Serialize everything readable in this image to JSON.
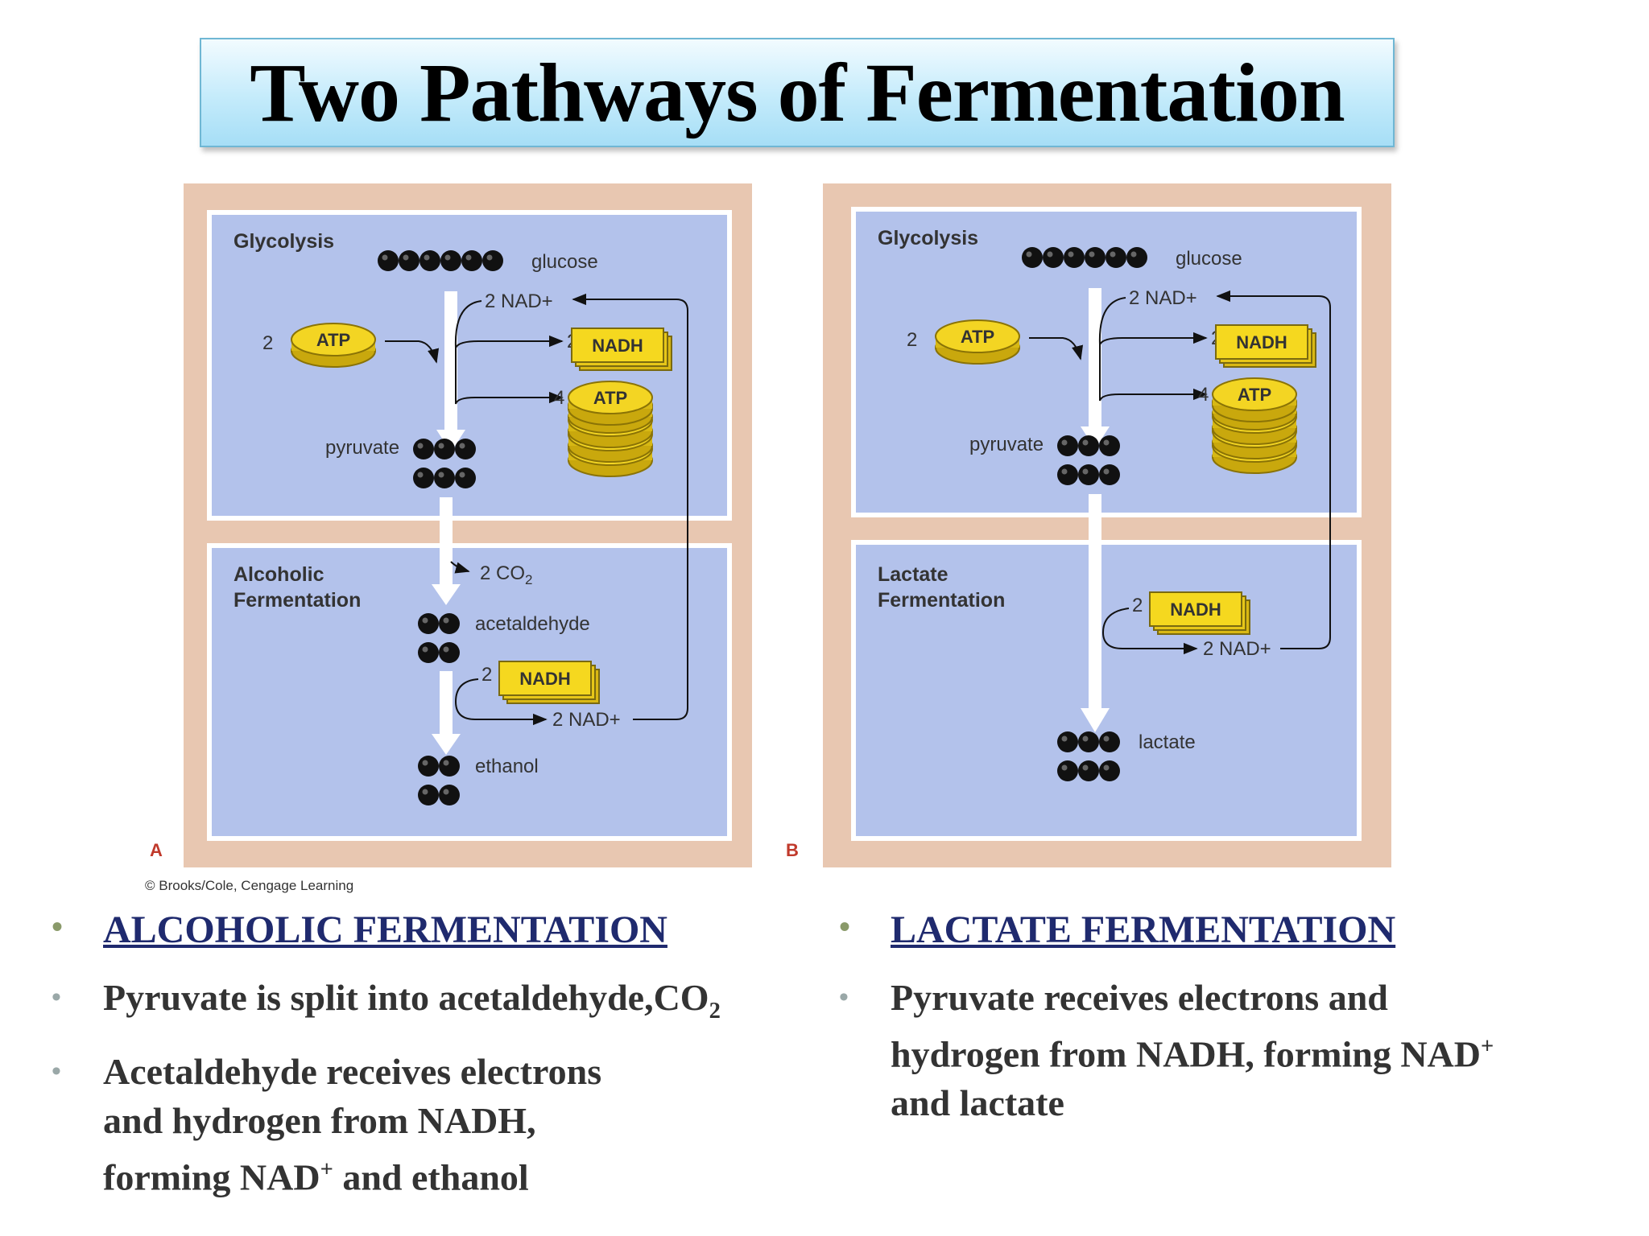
{
  "title": "Two Pathways of Fermentation",
  "colors": {
    "frame": "#e8c7b1",
    "panel": "#b3c2eb",
    "atp": "#f2d31c",
    "molecule": "#111111",
    "arrow": "#ffffff",
    "heading": "#1f2a6e"
  },
  "diagram": {
    "credit": "© Brooks/Cole, Cengage Learning",
    "panel_a": {
      "letter": "A",
      "top_label": "Glycolysis",
      "glucose": "glucose",
      "nad_in_count": "2",
      "nad_plus": "NAD+",
      "atp_in_count": "2",
      "atp": "ATP",
      "nadh_count": "2",
      "nadh": "NADH",
      "atp_out_count": "4",
      "pyruvate": "pyruvate",
      "bottom_label_line1": "Alcoholic",
      "bottom_label_line2": "Fermentation",
      "co2_count": "2",
      "co2": "CO",
      "co2_sub": "2",
      "acetaldehyde": "acetaldehyde",
      "nadh2_count": "2",
      "nad_out_count": "2",
      "ethanol": "ethanol"
    },
    "panel_b": {
      "letter": "B",
      "top_label": "Glycolysis",
      "glucose": "glucose",
      "nad_in_count": "2",
      "nad_plus": "NAD+",
      "atp_in_count": "2",
      "atp": "ATP",
      "nadh_count": "2",
      "nadh": "NADH",
      "atp_out_count": "4",
      "pyruvate": "pyruvate",
      "bottom_label_line1": "Lactate",
      "bottom_label_line2": "Fermentation",
      "nadh2_count": "2",
      "nad_out_count": "2",
      "lactate": "lactate"
    }
  },
  "bullets_left": {
    "heading": "ALCOHOLIC FERMENTATION",
    "item1": "Pyruvate is split into acetaldehyde,CO",
    "item1_sub": "2",
    "item2_line1": "Acetaldehyde receives electrons",
    "item2_line2": "and hydrogen from  NADH,",
    "item2_line3a": "forming NAD",
    "item2_sup": "+",
    "item2_line3b": " and ethanol"
  },
  "bullets_right": {
    "heading": "LACTATE FERMENTATION",
    "item1_line1": "Pyruvate receives electrons and",
    "item1_line2a": "hydrogen from NADH,  forming NAD",
    "item1_sup": "+",
    "item1_line3": "and lactate"
  }
}
